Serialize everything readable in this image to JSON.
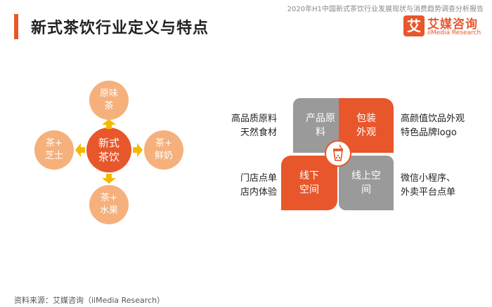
{
  "header": {
    "report_title": "2020年H1中国新式茶饮行业发展现状与消费趋势调查分析报告",
    "page_title": "新式茶饮行业定义与特点"
  },
  "logo": {
    "mark": "艾",
    "name_cn": "艾媒咨询",
    "name_en": "iiMedia Research"
  },
  "left_diagram": {
    "center": "新式\n茶饮",
    "top": "原味\n茶",
    "left": "茶+\n芝士",
    "right": "茶+\n鲜奶",
    "bottom": "茶+\n水果"
  },
  "right_diagram": {
    "quadrants": {
      "top_left": "产品原\n料",
      "top_right": "包装\n外观",
      "bottom_left": "线下\n空间",
      "bottom_right": "线上空\n间"
    },
    "labels": {
      "top_left": "高品质原料\n天然食材",
      "top_right": "高颜值饮品外观\n特色品牌logo",
      "bottom_left": "门店点单\n店内体验",
      "bottom_right": "微信小程序、\n外卖平台点单"
    }
  },
  "footer": {
    "source": "资料来源：艾媒咨询（iiMedia Research）"
  },
  "colors": {
    "accent": "#e8572b",
    "light_orange": "#f5b07c",
    "arrow": "#f5b800",
    "gray": "#9a9a9a"
  }
}
